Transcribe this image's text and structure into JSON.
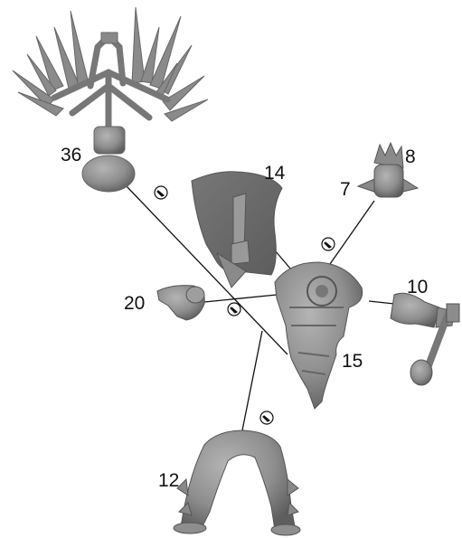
{
  "parts": {
    "banner": {
      "number": "36"
    },
    "shield": {
      "number": "14"
    },
    "head_plume": {
      "number": "8"
    },
    "head": {
      "number": "7"
    },
    "torso": {
      "number": "15"
    },
    "left_hand": {
      "number": "20"
    },
    "weapon_arm": {
      "number": "10"
    },
    "legs": {
      "number": "12"
    }
  },
  "colors": {
    "plastic": "#8c8c8c",
    "plastic_dark": "#6a6a6a",
    "plastic_light": "#b2b2b2",
    "leader_line": "#111111"
  },
  "icons": [
    "glue-icon",
    "glue-icon",
    "glue-icon",
    "glue-icon",
    "glue-icon"
  ]
}
